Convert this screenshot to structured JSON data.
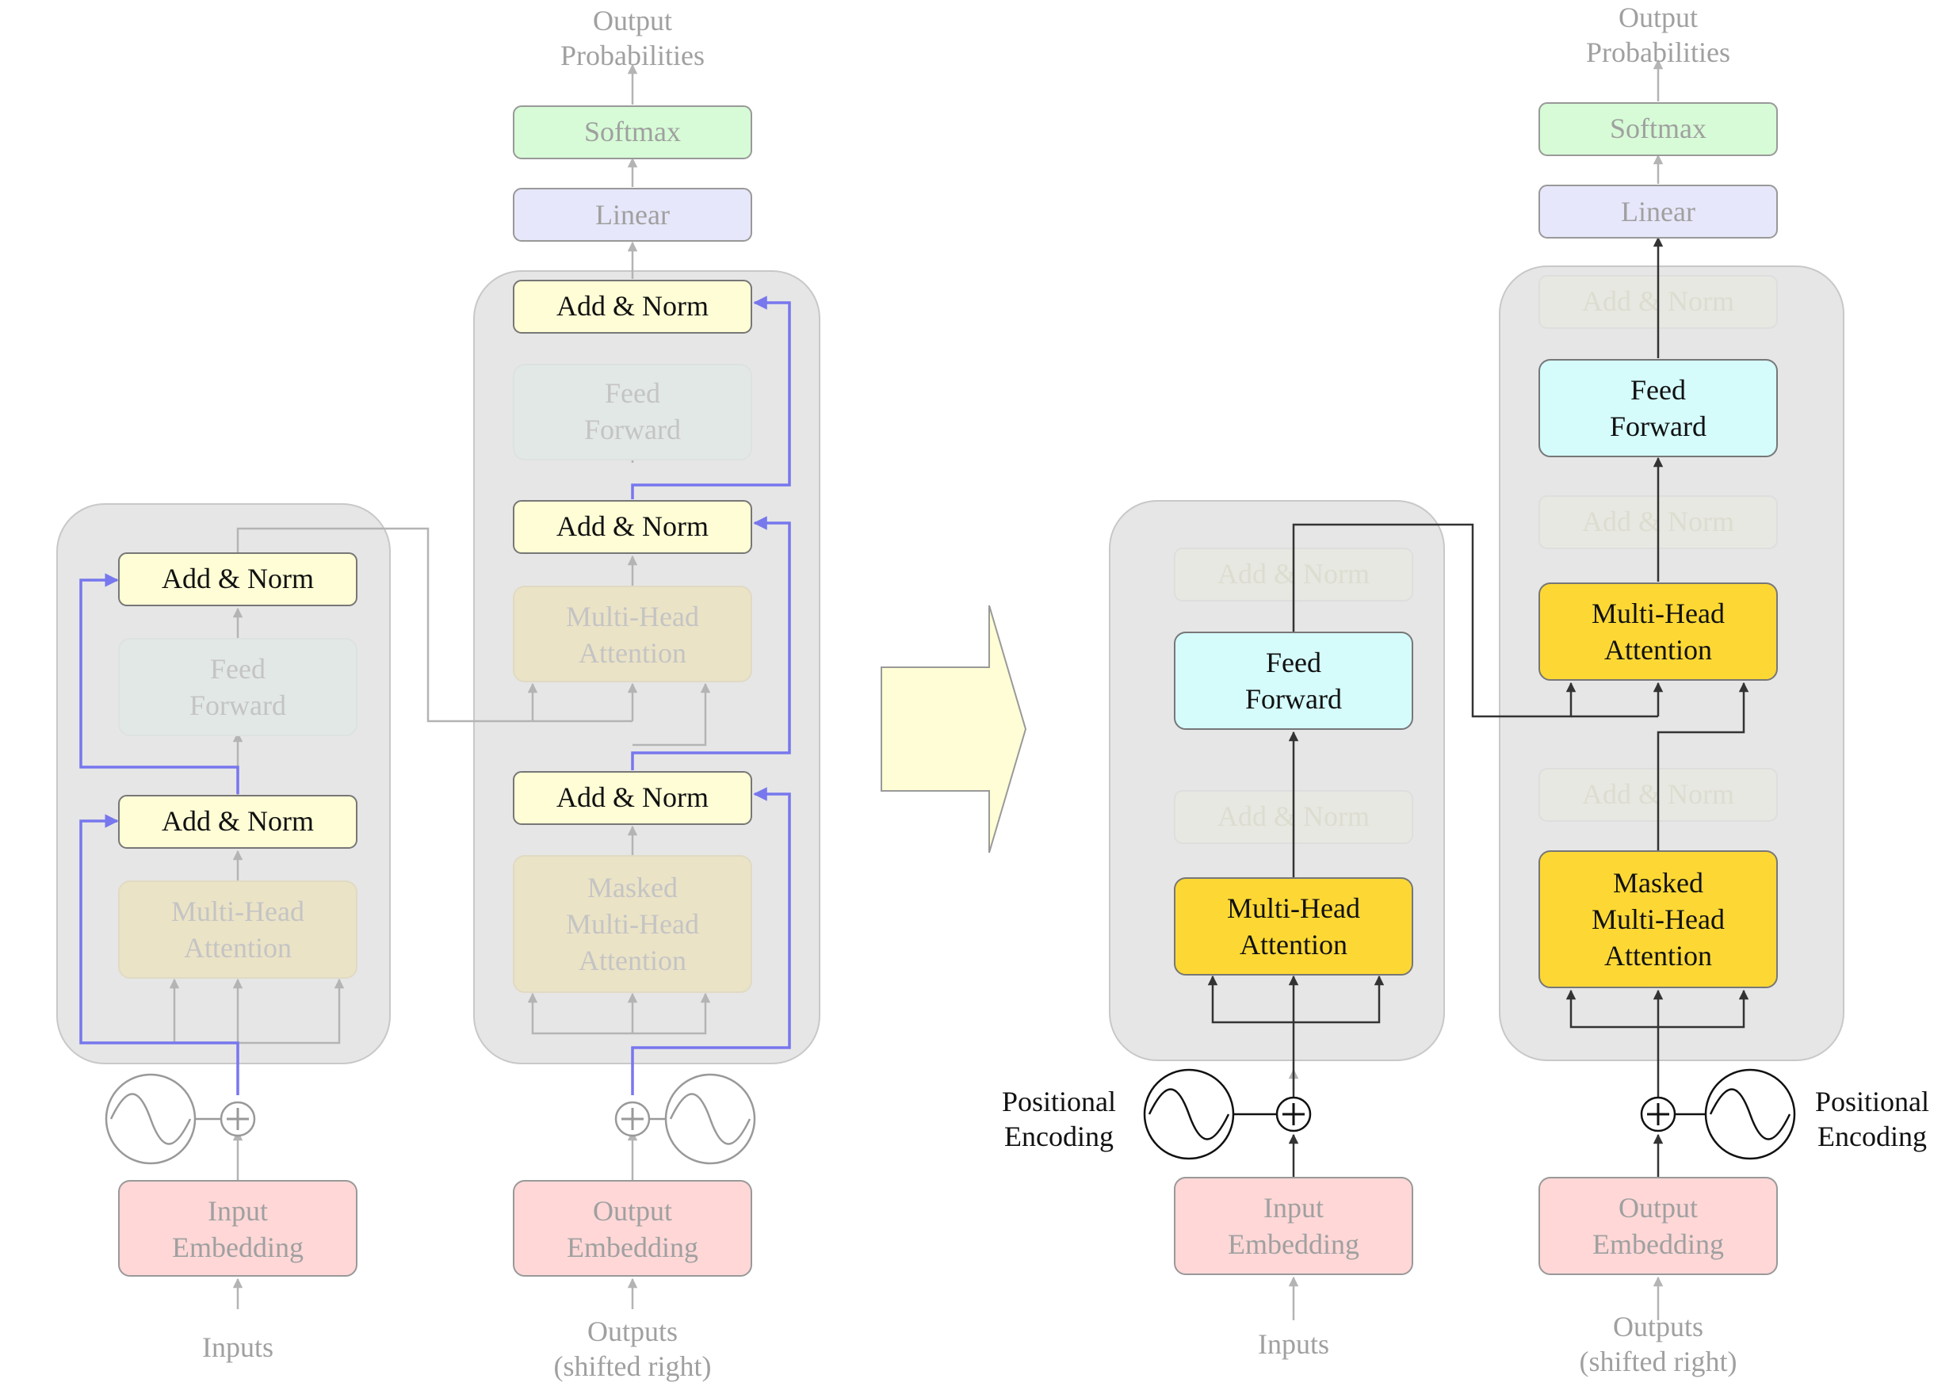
{
  "left_diagram": {
    "encoder": {
      "inputs": "Inputs",
      "input_embedding": [
        "Input",
        "Embedding"
      ],
      "attention": [
        "Multi-Head",
        "Attention"
      ],
      "add_norm_1": "Add & Norm",
      "feed_forward": [
        "Feed",
        "Forward"
      ],
      "add_norm_2": "Add & Norm"
    },
    "decoder": {
      "outputs": [
        "Outputs",
        "(shifted right)"
      ],
      "output_embedding": [
        "Output",
        "Embedding"
      ],
      "masked_attention": [
        "Masked",
        "Multi-Head",
        "Attention"
      ],
      "add_norm_1": "Add & Norm",
      "attention": [
        "Multi-Head",
        "Attention"
      ],
      "add_norm_2": "Add & Norm",
      "feed_forward": [
        "Feed",
        "Forward"
      ],
      "add_norm_3": "Add & Norm",
      "linear": "Linear",
      "softmax": "Softmax",
      "output_probabilities": [
        "Output",
        "Probabilities"
      ]
    }
  },
  "right_diagram": {
    "encoder": {
      "inputs": "Inputs",
      "input_embedding": [
        "Input",
        "Embedding"
      ],
      "positional_encoding": [
        "Positional",
        "Encoding"
      ],
      "attention": [
        "Multi-Head",
        "Attention"
      ],
      "add_norm_faded_1": "Add & Norm",
      "feed_forward": [
        "Feed",
        "Forward"
      ],
      "add_norm_faded_2": "Add & Norm"
    },
    "decoder": {
      "outputs": [
        "Outputs",
        "(shifted right)"
      ],
      "output_embedding": [
        "Output",
        "Embedding"
      ],
      "positional_encoding": [
        "Positional",
        "Encoding"
      ],
      "masked_attention": [
        "Masked",
        "Multi-Head",
        "Attention"
      ],
      "add_norm_faded_1": "Add & Norm",
      "attention": [
        "Multi-Head",
        "Attention"
      ],
      "add_norm_faded_2": "Add & Norm",
      "feed_forward": [
        "Feed",
        "Forward"
      ],
      "add_norm_faded_3": "Add & Norm",
      "linear": "Linear",
      "softmax": "Softmax",
      "output_probabilities": [
        "Output",
        "Probabilities"
      ]
    }
  },
  "colors": {
    "panel_fill": "#e6e6e6",
    "add_norm": "#fffdd5",
    "attention_faded": "#ebe3c6",
    "attention_active": "#fdd835",
    "feed_forward_faded": "#e2e8e6",
    "feed_forward_active": "#d5fbfb",
    "embedding": "#ffd7d7",
    "linear": "#e7e7fb",
    "softmax": "#d6fbd6",
    "residual_path": "#7777ee",
    "transition_arrow": "#fffdd5"
  }
}
